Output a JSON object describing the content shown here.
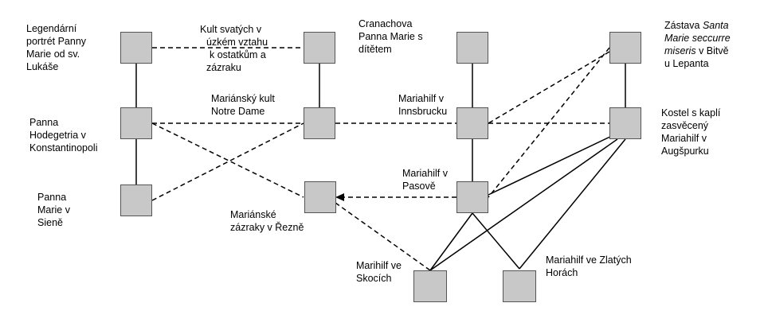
{
  "colors": {
    "node_fill": "#c8c8c8",
    "node_border": "#555555",
    "line": "#000000",
    "background": "#ffffff"
  },
  "labels": {
    "portret_lukase": [
      "Legendární",
      "portrét Panny",
      "Marie od sv.",
      "Lukáše"
    ],
    "kult_svatych": [
      "Kult svatých v",
      "úzkém vztahu",
      "k ostatkům a",
      "zázraku"
    ],
    "cranach": [
      "Cranachova",
      "Panna Marie s",
      "dítětem"
    ],
    "zastava": {
      "line1_prefix": "Zástava ",
      "line1_italic": "Santa",
      "line2_italic": "Marie seccurre",
      "line3_italic": "miseris",
      "line3_rest": " v Bitvě",
      "line4": "u Lepanta"
    },
    "hodegetria": [
      "Panna",
      "Hodegetria v",
      "Konstantinopoli"
    ],
    "notre_dame": [
      "Mariánský kult",
      "Notre Dame"
    ],
    "innsbruck": [
      "Mariahilf v",
      "Innsbrucku"
    ],
    "augspurk": [
      "Kostel s kaplí",
      "zasvěcený",
      "Mariahilf v",
      "Augšpurku"
    ],
    "siena": [
      "Panna",
      "Marie v",
      "Sieně"
    ],
    "rezno": [
      "Mariánské",
      "zázraky v Řezně"
    ],
    "pasov": [
      "Mariahilf v",
      "Pasově"
    ],
    "skoky": [
      "Marihilf ve",
      "Skocích"
    ],
    "zlate_hory": [
      "Mariahilf ve Zlatých",
      "Horách"
    ]
  }
}
